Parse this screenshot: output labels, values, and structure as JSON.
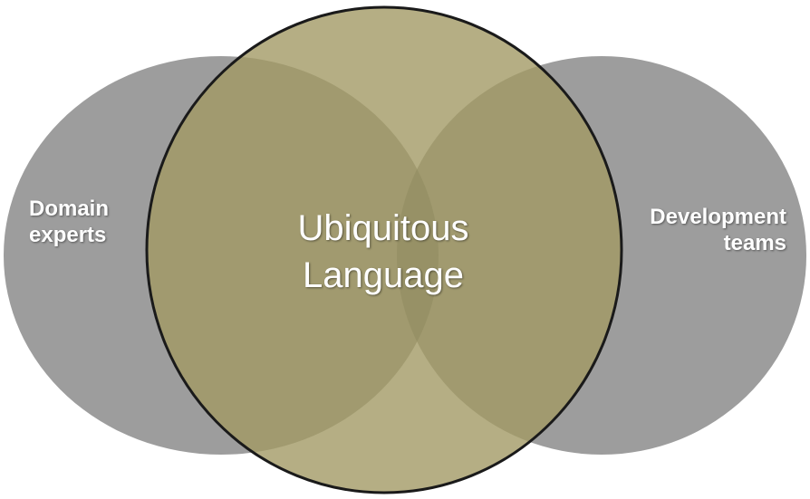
{
  "diagram": {
    "left_circle": {
      "label_lines": [
        "Domain",
        "experts"
      ],
      "fill": "#9d9d9d"
    },
    "right_circle": {
      "label_lines": [
        "Development",
        "teams"
      ],
      "fill": "#9d9d9d"
    },
    "center_circle": {
      "label_lines": [
        "Ubiquitous",
        "Language"
      ],
      "fill": "#9e9866",
      "stroke": "#1a1a1a"
    },
    "overlap_fill": "#8f8a5f"
  }
}
